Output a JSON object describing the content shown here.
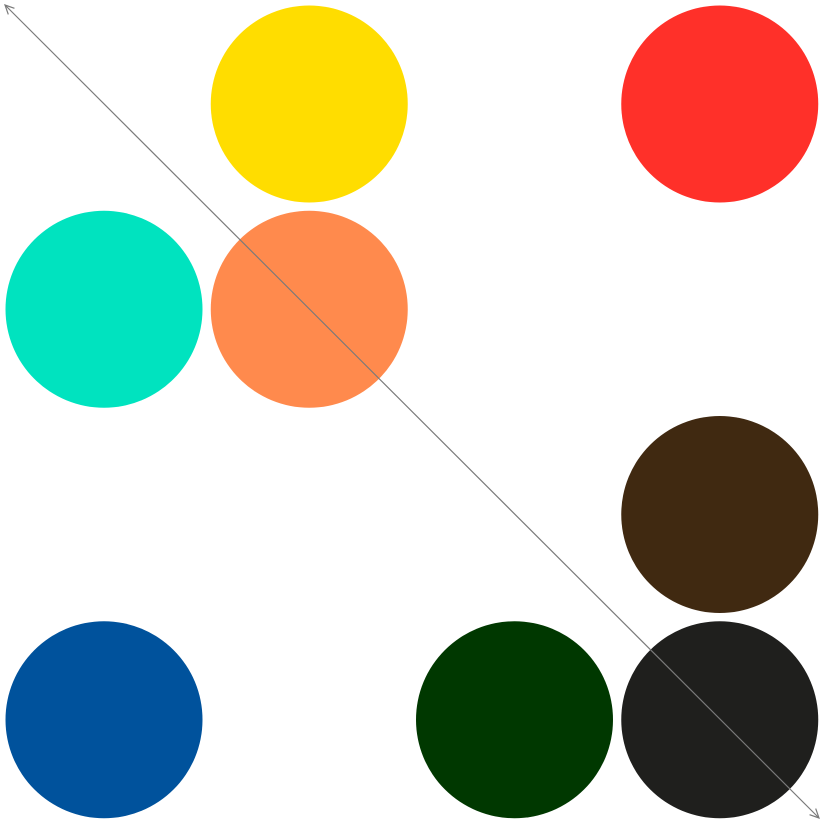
{
  "background": "#ffffff",
  "grid": {
    "columns": 4,
    "rows": 4
  },
  "circles": [
    {
      "id": "yellow",
      "row": 0,
      "col": 1,
      "color": "#FFDD00"
    },
    {
      "id": "red",
      "row": 0,
      "col": 3,
      "color": "#FF3029"
    },
    {
      "id": "turquoise",
      "row": 1,
      "col": 0,
      "color": "#00E3BF"
    },
    {
      "id": "orange",
      "row": 1,
      "col": 1,
      "color": "#FF8A4D"
    },
    {
      "id": "brown",
      "row": 2,
      "col": 3,
      "color": "#402911"
    },
    {
      "id": "blue",
      "row": 3,
      "col": 0,
      "color": "#00529C"
    },
    {
      "id": "dark-green",
      "row": 3,
      "col": 2,
      "color": "#003800"
    },
    {
      "id": "black",
      "row": 3,
      "col": 3,
      "color": "#1F1F1D"
    }
  ],
  "arrow": {
    "from": "top-left",
    "to": "bottom-right",
    "double_headed": true,
    "color": "#7a7a7a"
  }
}
